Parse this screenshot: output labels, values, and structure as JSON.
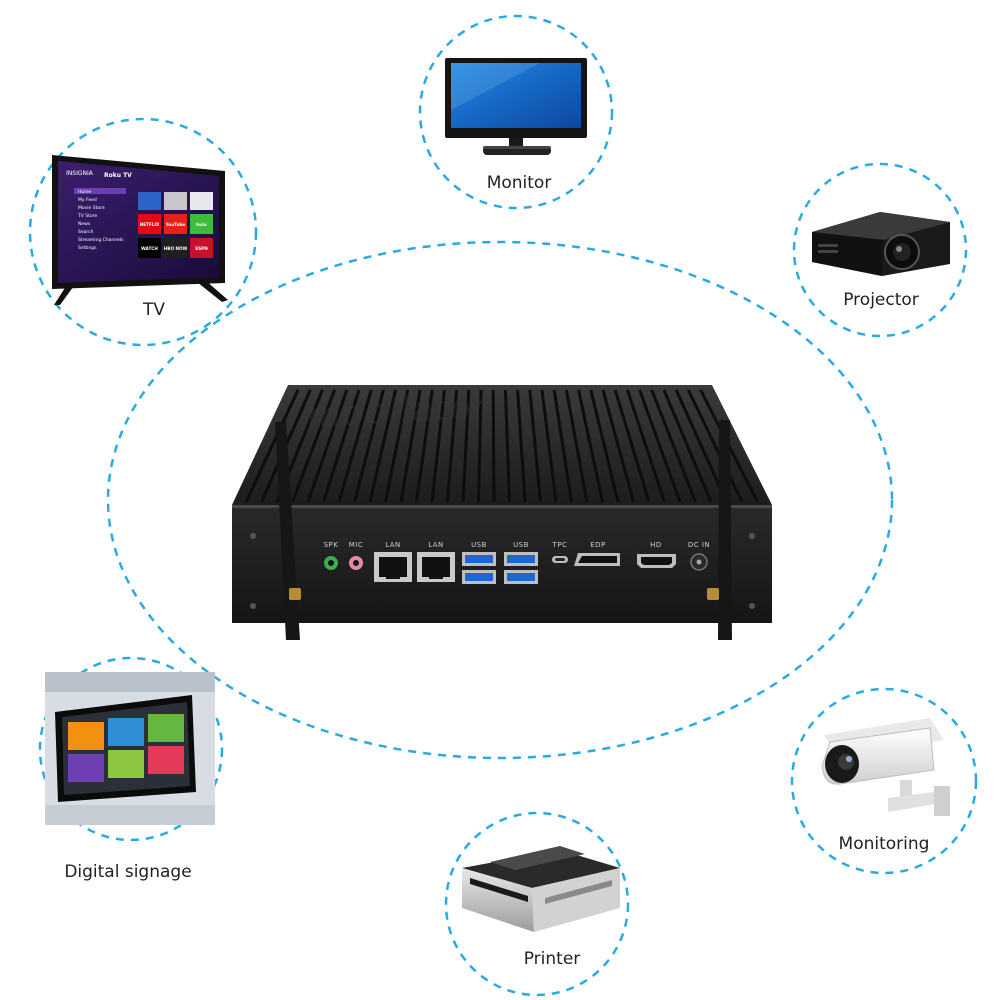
{
  "ring_color": "#29abe2",
  "devices": {
    "tv": "TV",
    "monitor": "Monitor",
    "projector": "Projector",
    "digital_signage": "Digital signage",
    "monitoring": "Monitoring",
    "printer": "Printer"
  },
  "tv_screen": {
    "brand": "INSIGNIA",
    "os": "Roku TV",
    "menu": [
      "Home",
      "My Feed",
      "Movie Store",
      "TV Store",
      "News",
      "Search",
      "Streaming Channels",
      "Settings"
    ],
    "tiles": [
      "NETFLIX",
      "YouTube",
      "hulu",
      "WATCH",
      "HBO NOW",
      "ESPN"
    ]
  },
  "pc": {
    "watermark": "mobilator",
    "ports": [
      "SPK",
      "MIC",
      "LAN",
      "LAN",
      "USB",
      "USB",
      "TPC",
      "EDP",
      "HD",
      "DC IN"
    ]
  }
}
